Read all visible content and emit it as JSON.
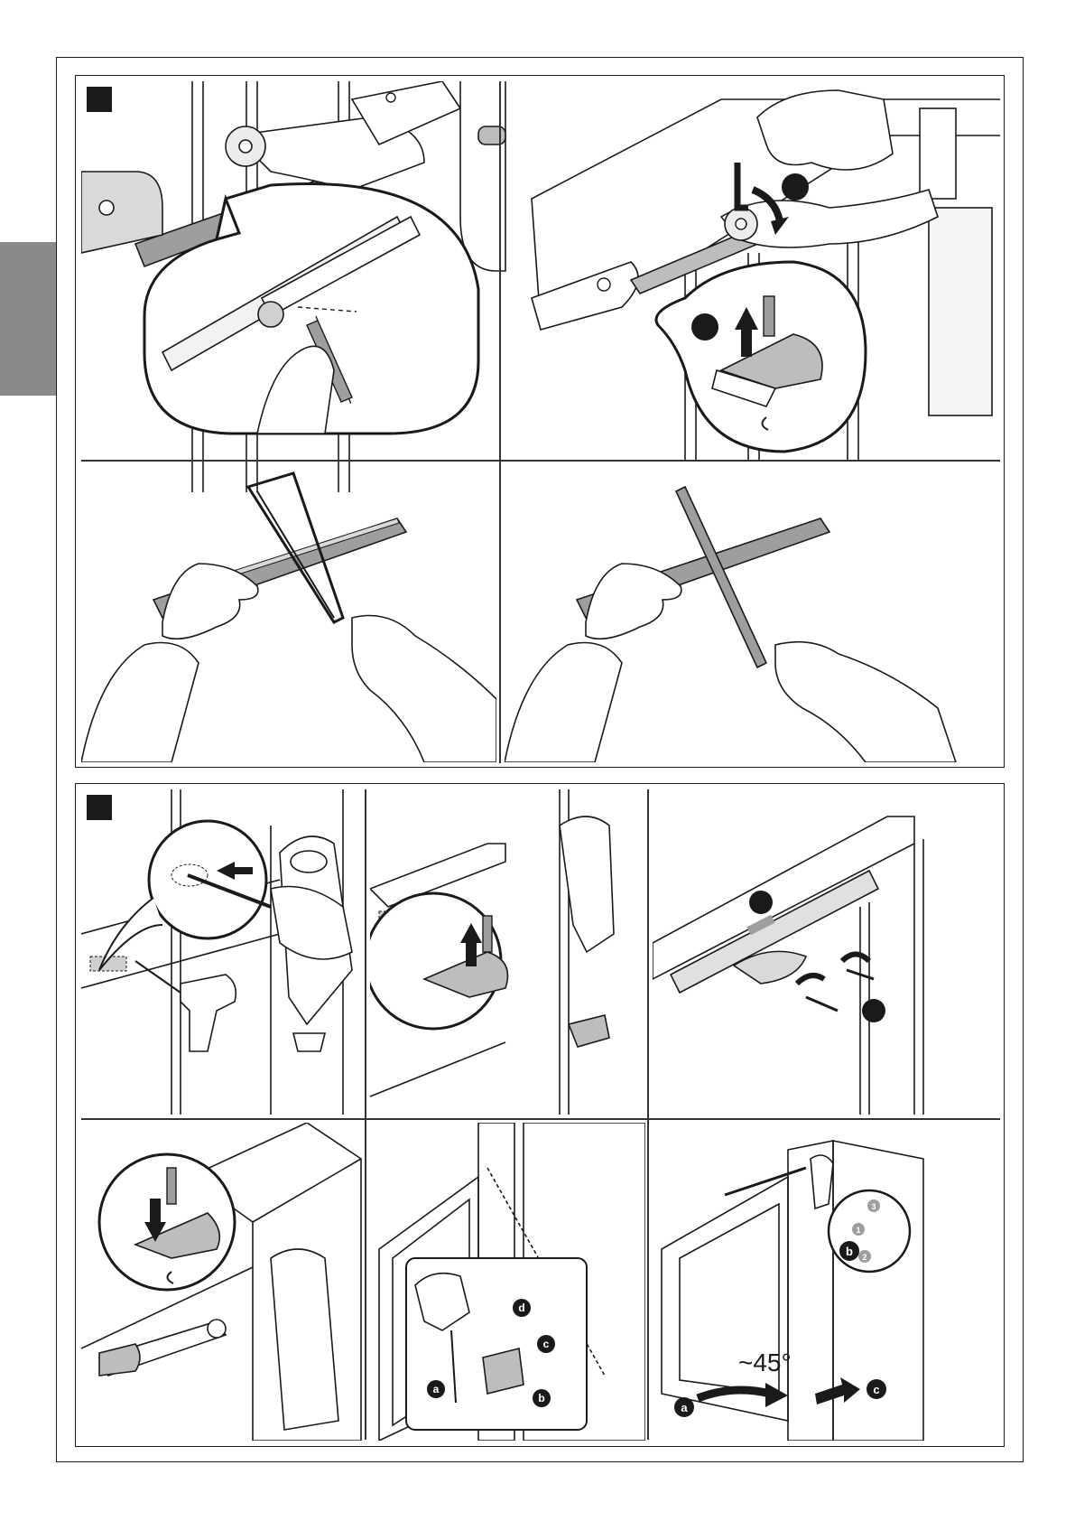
{
  "page": {
    "side_tab_color": "#8a8a8a",
    "ink_color": "#1a1a1a",
    "shade_color": "#bdbdbd"
  },
  "figure_a": {
    "panels": [
      {
        "name": "cut-mark",
        "icons": [
          "arm-slide-icon",
          "pencil-icon",
          "magnifier-callout-icon"
        ]
      },
      {
        "name": "remove-pin",
        "icons": [
          "hex-key-icon",
          "rotate-arrow-icon",
          "pin-up-arrow-icon"
        ]
      },
      {
        "name": "saw-bar",
        "icons": [
          "hacksaw-icon",
          "hand-icon"
        ]
      },
      {
        "name": "file-edge",
        "icons": [
          "file-tool-icon",
          "hand-icon"
        ]
      }
    ]
  },
  "figure_b": {
    "panels": [
      {
        "name": "drill-hole",
        "icons": [
          "drill-icon",
          "arrow-icon"
        ]
      },
      {
        "name": "insert-pin",
        "icons": [
          "pin-up-arrow-icon",
          "callout-icon"
        ]
      },
      {
        "name": "level-bracket",
        "icons": [
          "spirit-level-icon",
          "screw-icon"
        ]
      },
      {
        "name": "lock-pin",
        "icons": [
          "pin-down-arrow-icon",
          "circlip-icon"
        ]
      },
      {
        "name": "mount-stop",
        "labels": {
          "a": "a",
          "b": "b",
          "c": "c",
          "d": "d"
        }
      },
      {
        "name": "open-gate",
        "labels": {
          "angle": "~45°",
          "a": "a",
          "b": "b",
          "c": "c",
          "step1": "1",
          "step2": "2",
          "step3": "3"
        }
      }
    ]
  }
}
